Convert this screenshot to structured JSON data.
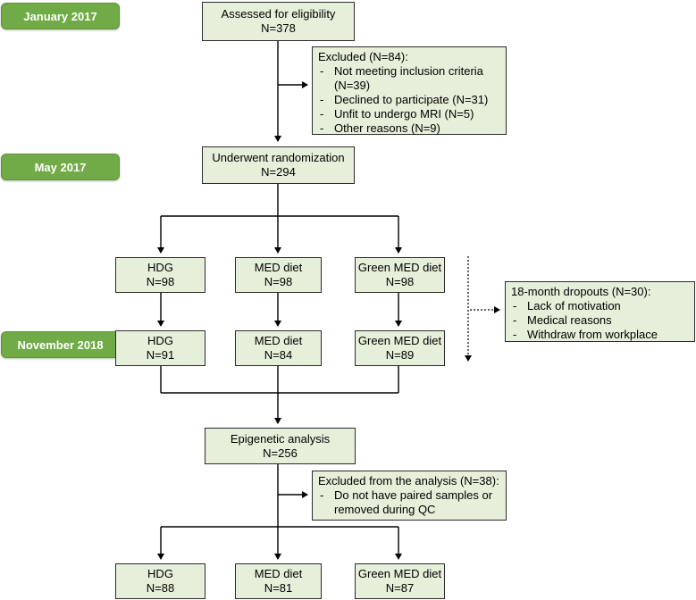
{
  "dates": {
    "jan2017": "January 2017",
    "may2017": "May 2017",
    "nov2018": "November 2018"
  },
  "assessed": {
    "label": "Assessed for eligibility",
    "n": "N=378"
  },
  "excluded": {
    "head": "Excluded (N=84):",
    "items": [
      "Not meeting inclusion criteria (N=39)",
      "Declined to participate (N=31)",
      "Unfit to undergo MRI (N=5)",
      "Other reasons (N=9)"
    ]
  },
  "randomization": {
    "label": "Underwent randomization",
    "n": "N=294"
  },
  "baseline": [
    {
      "label": "HDG",
      "n": "N=98"
    },
    {
      "label": "MED diet",
      "n": "N=98"
    },
    {
      "label": "Green MED diet",
      "n": "N=98"
    }
  ],
  "dropouts": {
    "head": "18-month dropouts (N=30):",
    "items": [
      "Lack of motivation",
      "Medical reasons",
      "Withdraw from workplace"
    ]
  },
  "month18": [
    {
      "label": "HDG",
      "n": "N=91"
    },
    {
      "label": "MED diet",
      "n": "N=84"
    },
    {
      "label": "Green MED diet",
      "n": "N=89"
    }
  ],
  "epigenetic": {
    "label": "Epigenetic analysis",
    "n": "N=256"
  },
  "excluded_analysis": {
    "head": "Excluded from the analysis (N=38):",
    "items": [
      "Do not have paired samples or removed during QC"
    ]
  },
  "final": [
    {
      "label": "HDG",
      "n": "N=88"
    },
    {
      "label": "MED diet",
      "n": "N=81"
    },
    {
      "label": "Green MED diet",
      "n": "N=87"
    }
  ]
}
